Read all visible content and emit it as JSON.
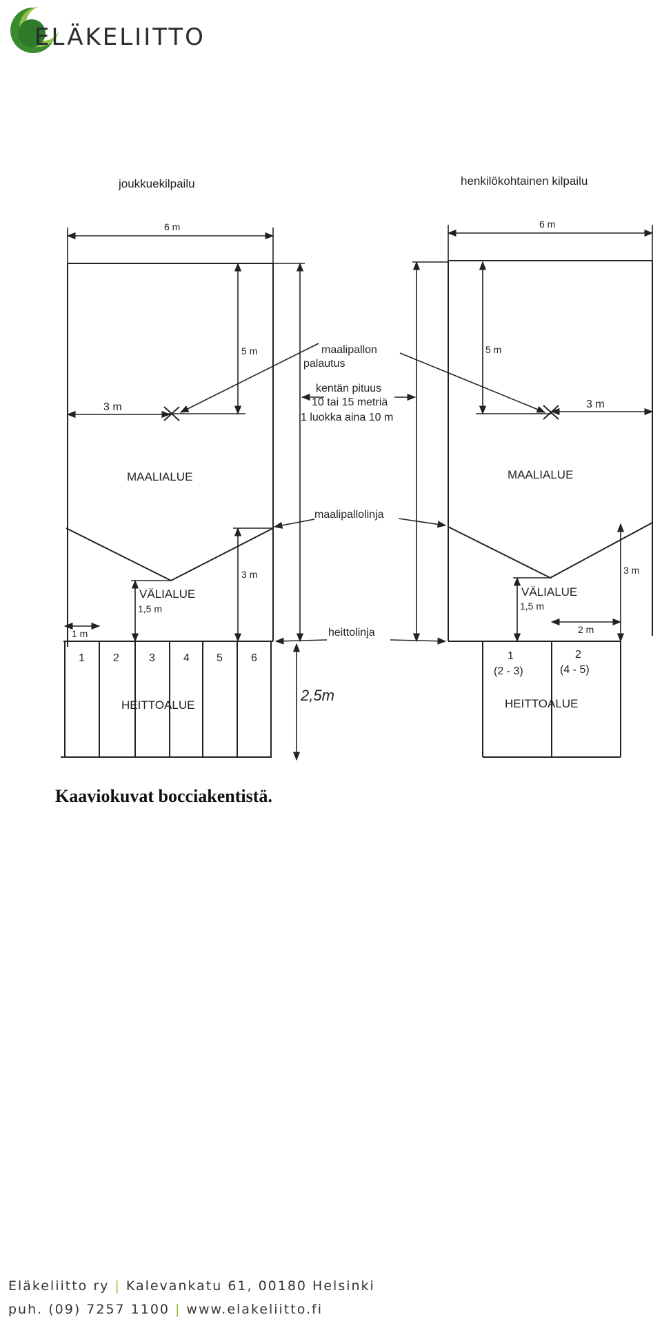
{
  "brand": {
    "name": "ELÄKELIITTO",
    "accent": "#7ab83a",
    "accent_dark": "#3c8a2e"
  },
  "diagram": {
    "left_title": "joukkuekilpailu",
    "right_title": "henkilökohtainen kilpailu",
    "dim_6m": "6 m",
    "dim_5m": "5 m",
    "dim_3m": "3 m",
    "dim_1_5m": "1,5 m",
    "dim_1m": "1 m",
    "dim_2m": "2 m",
    "dim_2_5m": "2,5m",
    "maalipallon_1": "maalipallon",
    "maalipallon_2": "palautus",
    "kentan_1": "kentän pituus",
    "kentan_2": "10 tai 15 metriä",
    "kentan_3": "1 luokka aina 10 m",
    "maalialue": "MAALIALUE",
    "valialue": "VÄLIALUE",
    "maalipallolinja": "maalipallolinja",
    "heittolinja": "heittolinja",
    "heittoalue": "HEITTOALUE",
    "lanes": [
      "1",
      "2",
      "3",
      "4",
      "5",
      "6"
    ],
    "right_lane_1": "1",
    "right_lane_1_sub": "(2 - 3)",
    "right_lane_2": "2",
    "right_lane_2_sub": "(4 - 5)"
  },
  "caption": "Kaaviokuvat bocciakentistä.",
  "footer": {
    "line1_org": "Eläkeliitto ry",
    "line1_addr": "Kalevankatu 61, 00180 Helsinki",
    "line2_phone": "puh. (09) 7257 1100",
    "line2_web": "www.elakeliitto.fi",
    "separator": "|"
  }
}
